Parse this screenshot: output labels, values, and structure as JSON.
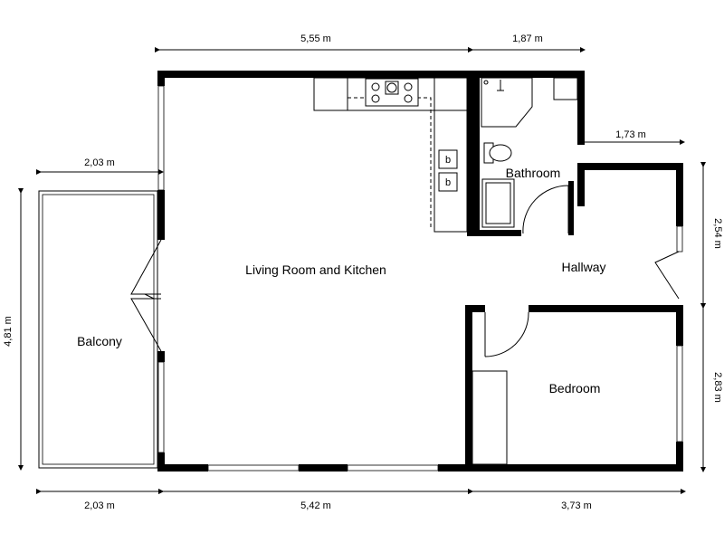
{
  "rooms": {
    "living": "Living Room and Kitchen",
    "bathroom": "Bathroom",
    "hallway": "Hallway",
    "bedroom": "Bedroom",
    "balcony": "Balcony"
  },
  "dimensions": {
    "top_living": "5,55 m",
    "top_bath": "1,87 m",
    "hallway_width": "1,73 m",
    "balcony_width_top": "2,03 m",
    "balcony_height": "4,81 m",
    "hallway_height": "2,54 m",
    "bedroom_height": "2,83 m",
    "bottom_balcony": "2,03 m",
    "bottom_living": "5,42 m",
    "bottom_bedroom": "3,73 m"
  },
  "appliance_labels": {
    "appliance_1": "b",
    "appliance_2": "b"
  }
}
